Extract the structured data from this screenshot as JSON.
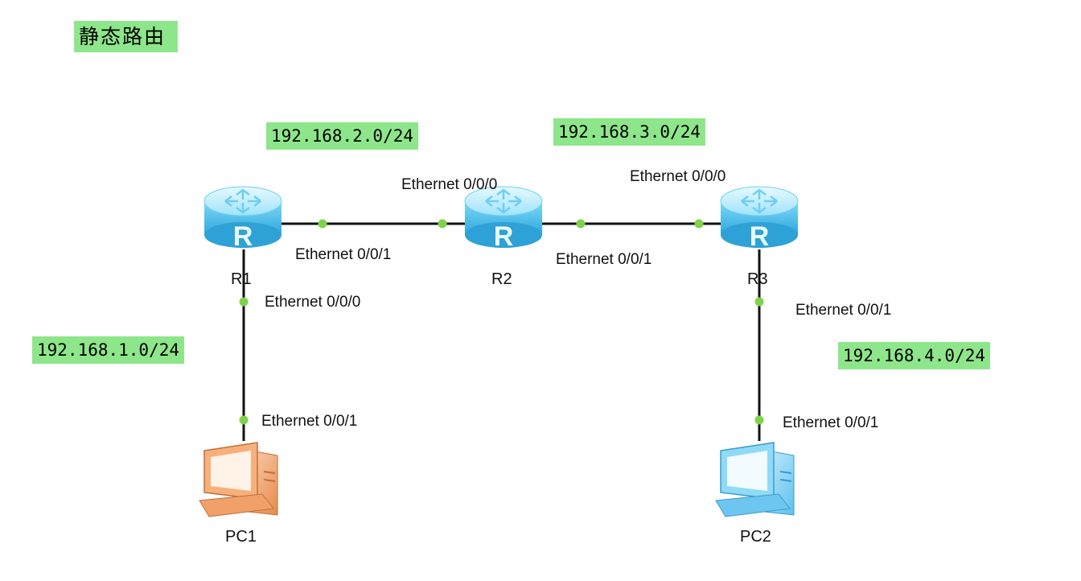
{
  "title": "静态路由",
  "networks": {
    "n1": "192.168.1.0/24",
    "n2": "192.168.2.0/24",
    "n3": "192.168.3.0/24",
    "n4": "192.168.4.0/24"
  },
  "devices": {
    "r1": "R1",
    "r2": "R2",
    "r3": "R3",
    "pc1": "PC1",
    "pc2": "PC2"
  },
  "ports": {
    "r1_e001": "Ethernet 0/0/1",
    "r1_e000": "Ethernet 0/0/0",
    "r2_e000": "Ethernet 0/0/0",
    "r2_e001": "Ethernet 0/0/1",
    "r3_e000": "Ethernet 0/0/0",
    "r3_e001": "Ethernet 0/0/1",
    "pc1_e001": "Ethernet 0/0/1",
    "pc2_e001": "Ethernet 0/0/1"
  },
  "colors": {
    "label_bg": "#8ee68a",
    "link": "#111111",
    "port_dot": "#7ed34a",
    "router_top": "#b7ecff",
    "router_body": "#52c2ee",
    "pc1": "#f2a46a",
    "pc2": "#7fd2f5"
  },
  "icons": {
    "router": "router-icon",
    "pc": "pc-icon"
  }
}
